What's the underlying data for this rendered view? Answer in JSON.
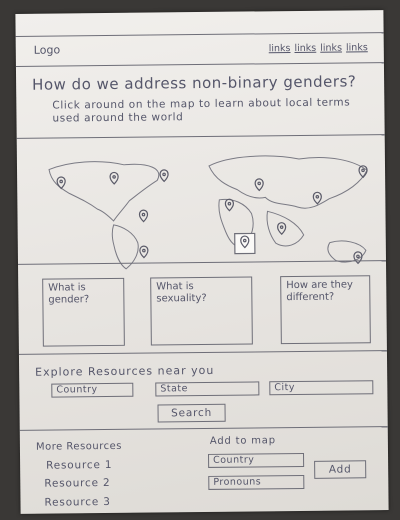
{
  "header": {
    "logo": "Logo",
    "links": [
      "links",
      "links",
      "links",
      "links"
    ]
  },
  "hero": {
    "heading": "How do we address non-binary genders?",
    "subtext": "Click around on the map to learn about local terms used around the world"
  },
  "map": {
    "pin_count": 12
  },
  "info_boxes": [
    {
      "label": "What is gender?"
    },
    {
      "label": "What is sexuality?"
    },
    {
      "label": "How are they different?"
    }
  ],
  "explore": {
    "title": "Explore Resources near you",
    "fields": {
      "country": "Country",
      "state": "State",
      "city": "City"
    },
    "search_label": "Search"
  },
  "more": {
    "title": "More Resources",
    "items": [
      "Resource 1",
      "Resource 2",
      "Resource 3"
    ]
  },
  "add_to_map": {
    "title": "Add to map",
    "country_placeholder": "Country",
    "pronouns_placeholder": "Pronouns",
    "add_label": "Add"
  },
  "colors": {
    "paper": "#ebe8e4",
    "ink": "#55566a",
    "background": "#3a3836"
  }
}
